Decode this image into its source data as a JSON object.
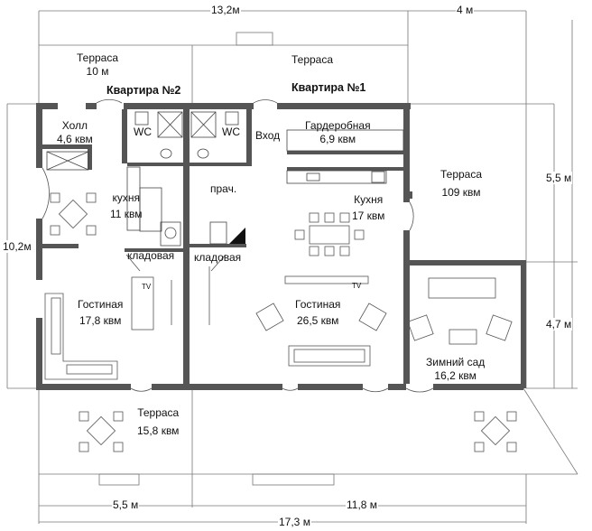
{
  "dimensions": {
    "top_left": "13,2м",
    "top_right": "4 м",
    "right_upper": "5,5 м",
    "right_lower": "4,7 м",
    "left": "10,2м",
    "bottom_left": "5,5 м",
    "bottom_right": "11,8 м",
    "bottom_total": "17,3 м"
  },
  "apartments": {
    "apt2": "Квартира №2",
    "apt1": "Квартира №1"
  },
  "rooms": {
    "terrace_top_left": {
      "name": "Терраса",
      "area": "10 м"
    },
    "terrace_top_right": {
      "name": "Терраса"
    },
    "hall": {
      "name": "Холл",
      "area": "4,6 квм"
    },
    "wc2": {
      "name": "WC"
    },
    "wc1": {
      "name": "WC"
    },
    "entrance": {
      "name": "Вход"
    },
    "wardrobe": {
      "name": "Гардеробная",
      "area": "6,9 квм"
    },
    "terrace_right": {
      "name": "Терраса",
      "area": "109 квм"
    },
    "kitchen2": {
      "name": "кухня",
      "area": "11 квм"
    },
    "laundry": {
      "name": "прач."
    },
    "kitchen1": {
      "name": "Кухня",
      "area": "17 квм"
    },
    "pantry2": {
      "name": "кладовая"
    },
    "pantry1": {
      "name": "кладовая"
    },
    "living2": {
      "name": "Гостиная",
      "area": "17,8 квм"
    },
    "living1": {
      "name": "Гостиная",
      "area": "26,5 квм"
    },
    "winter_garden": {
      "name": "Зимний сад",
      "area": "16,2 квм"
    },
    "terrace_bottom": {
      "name": "Терраса",
      "area": "15,8 квм"
    }
  },
  "furniture": {
    "tv_left": "TV",
    "tv_right": "TV"
  }
}
